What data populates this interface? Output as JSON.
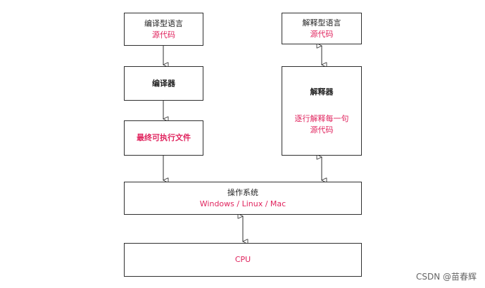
{
  "compiled_language": {
    "title": "编译型语言",
    "subtitle": "源代码"
  },
  "compiler": {
    "label": "编译器"
  },
  "executable": {
    "label": "最终可执行文件"
  },
  "interpreted_language": {
    "title": "解释型语言",
    "subtitle": "源代码"
  },
  "interpreter": {
    "label": "解释器",
    "description_line1": "逐行解释每一句",
    "description_line2": "源代码"
  },
  "operating_system": {
    "label": "操作系统",
    "examples": "Windows / Linux / Mac"
  },
  "cpu": {
    "label": "CPU"
  },
  "watermark": {
    "text": "CSDN @苗春辉"
  },
  "colors": {
    "accent": "#e0245e",
    "border": "#2f2f2f",
    "text": "#222222"
  }
}
